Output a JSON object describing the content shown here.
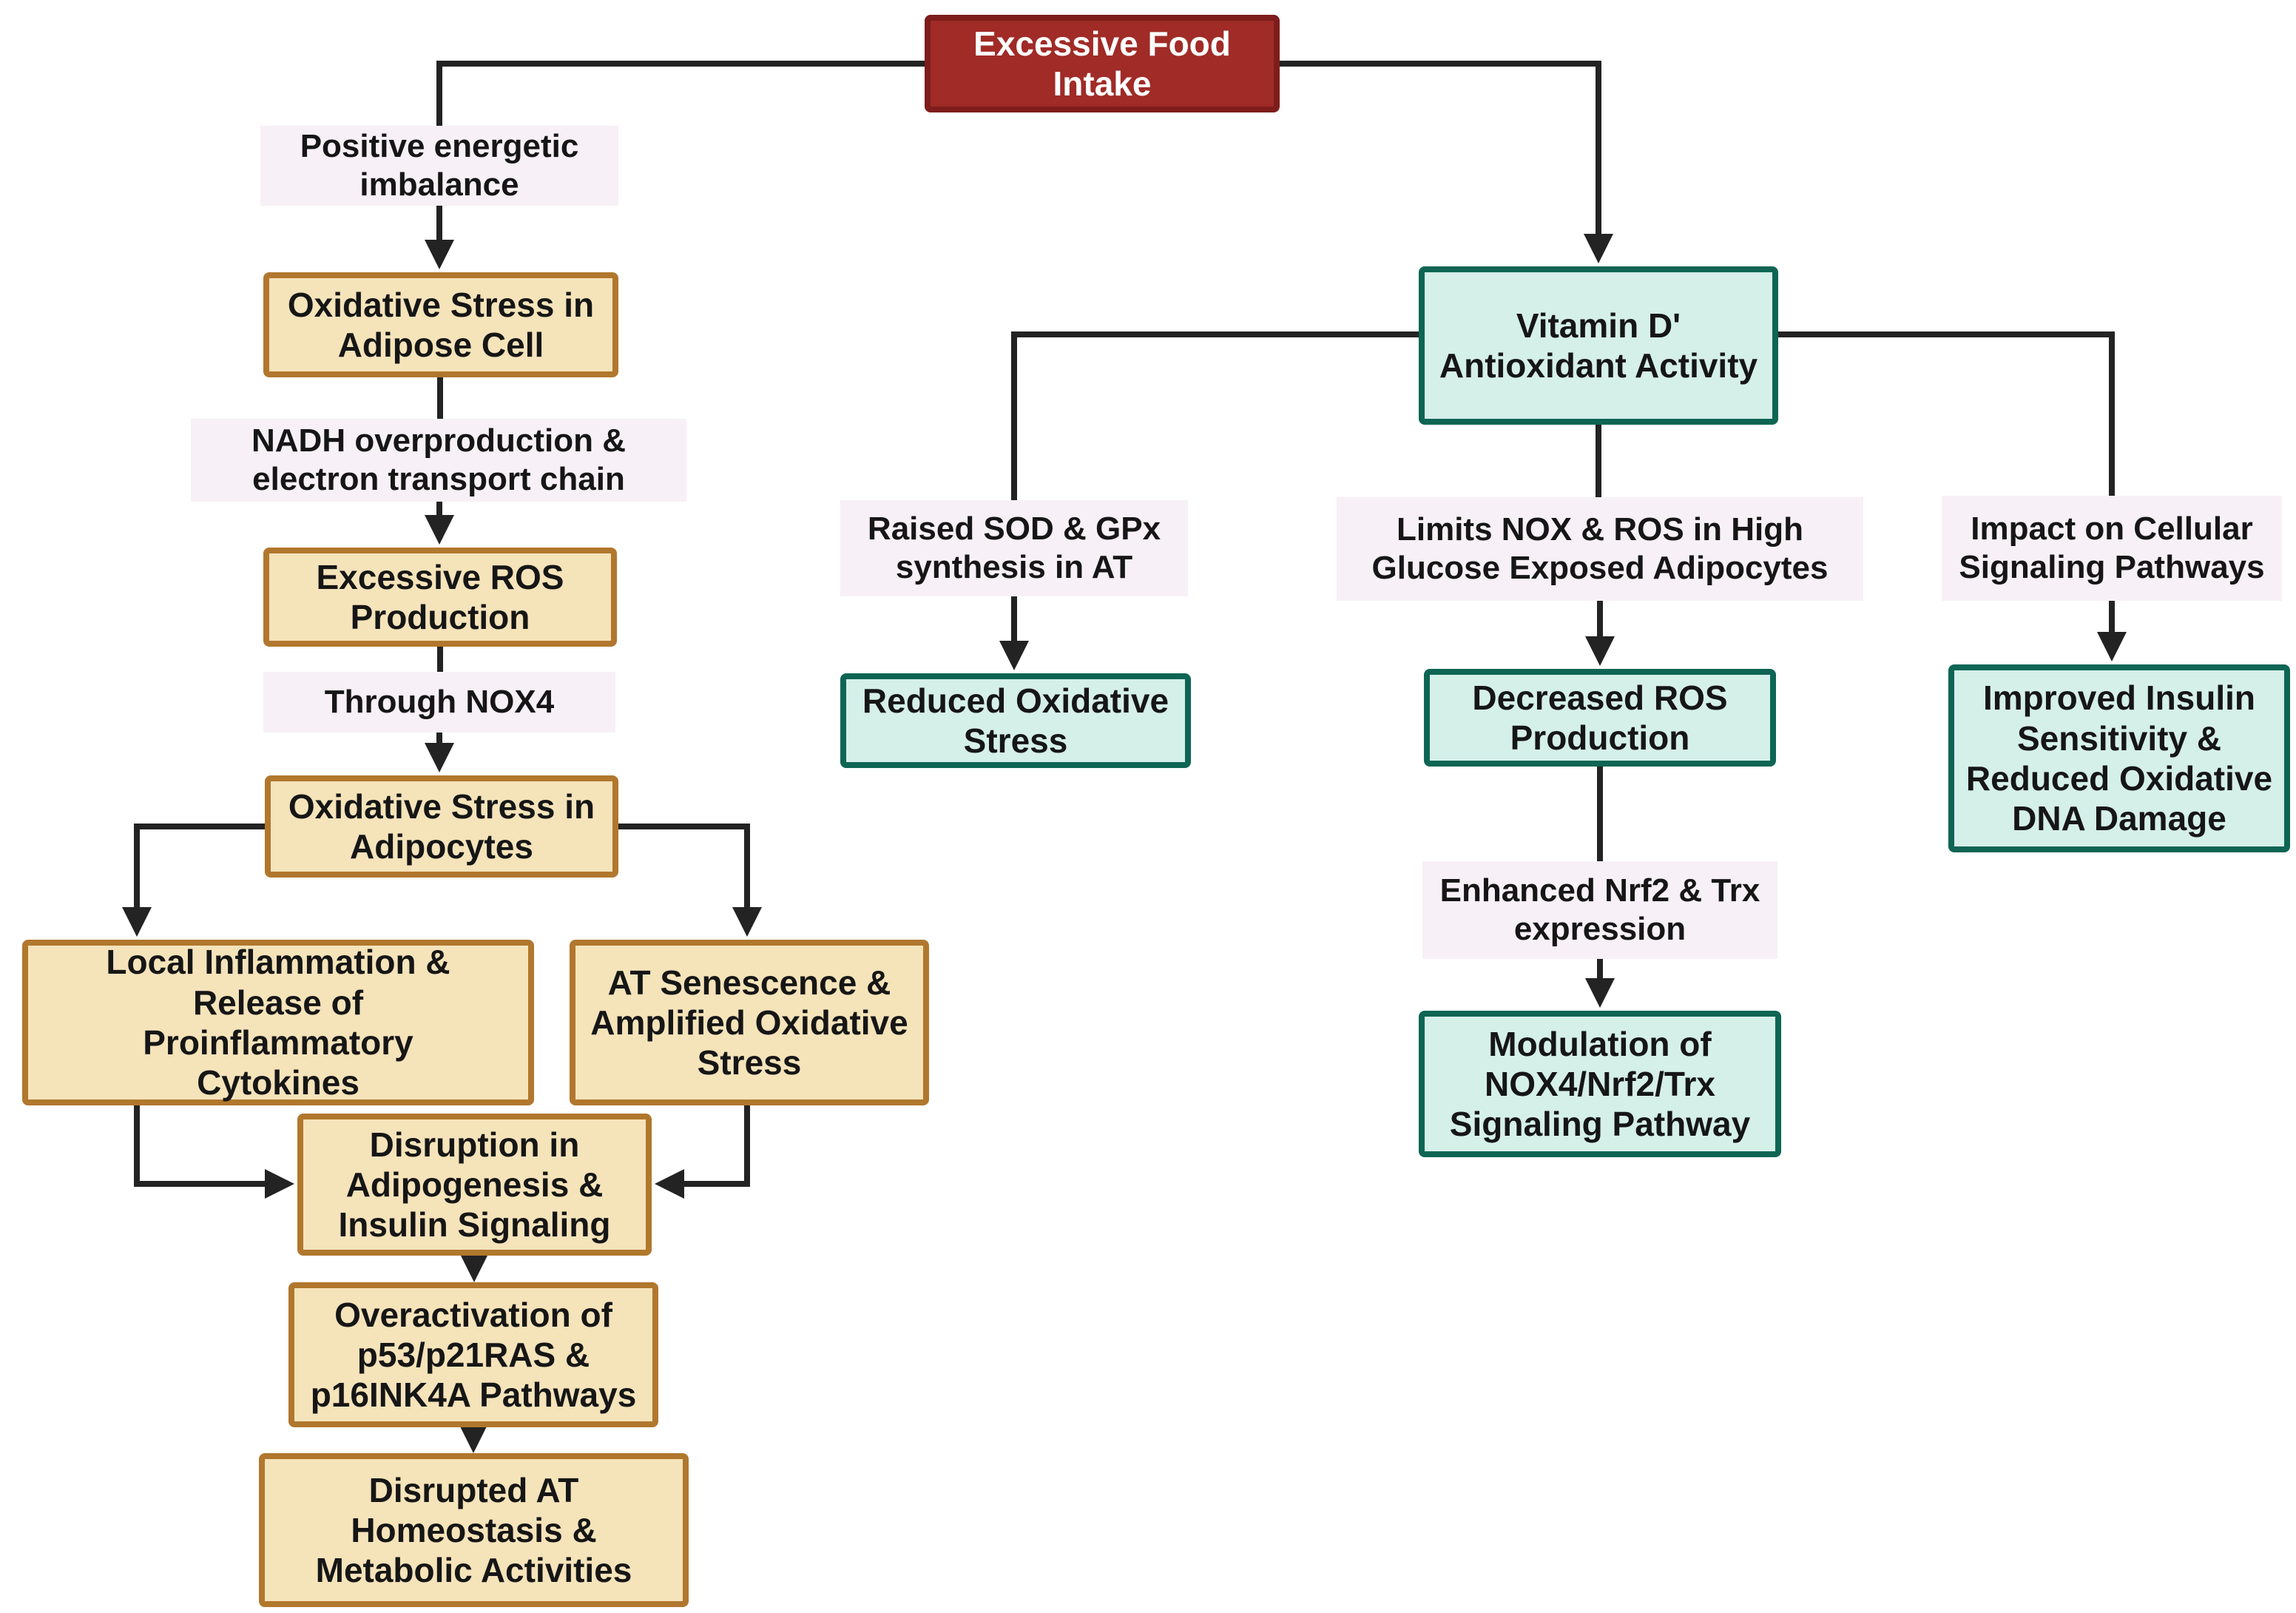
{
  "diagram": {
    "nodes": {
      "excessive_food_intake": {
        "text": "Excessive Food Intake"
      },
      "positive_energetic_imbalance": {
        "text": "Positive energetic imbalance"
      },
      "oxidative_stress_adipose_cell": {
        "text": "Oxidative Stress in Adipose Cell"
      },
      "nadh_overproduction": {
        "text": "NADH overproduction & electron transport chain"
      },
      "excessive_ros_production": {
        "text": "Excessive ROS Production"
      },
      "through_nox4": {
        "text": "Through NOX4"
      },
      "oxidative_stress_adipocytes": {
        "text": "Oxidative Stress in Adipocytes"
      },
      "local_inflammation": {
        "text": "Local Inflammation & Release of Proinflammatory Cytokines"
      },
      "at_senescence": {
        "text": "AT Senescence & Amplified Oxidative Stress"
      },
      "disruption_adipogenesis": {
        "text": "Disruption in Adipogenesis & Insulin Signaling"
      },
      "overactivation_pathways": {
        "text": "Overactivation of p53/p21RAS & p16INK4A Pathways"
      },
      "disrupted_homeostasis": {
        "text": "Disrupted AT Homeostasis & Metabolic Activities"
      },
      "vitamin_d_antioxidant": {
        "text": "Vitamin D' Antioxidant Activity"
      },
      "raised_sod_gpx": {
        "text": "Raised SOD & GPx synthesis in AT"
      },
      "reduced_oxidative_stress": {
        "text": "Reduced Oxidative Stress"
      },
      "limits_nox_ros": {
        "text": "Limits NOX & ROS in High Glucose Exposed Adipocytes"
      },
      "decreased_ros_production": {
        "text": "Decreased ROS Production"
      },
      "enhanced_nrf2_trx": {
        "text": "Enhanced Nrf2 & Trx expression"
      },
      "modulation_nox4_pathway": {
        "text": "Modulation of NOX4/Nrf2/Trx Signaling Pathway"
      },
      "impact_cellular_signaling": {
        "text": "Impact on Cellular Signaling Pathways"
      },
      "improved_insulin_sensitivity": {
        "text": "Improved Insulin Sensitivity & Reduced Oxidative DNA Damage"
      }
    },
    "edges": [
      {
        "from": "excessive_food_intake",
        "to": "positive_energetic_imbalance",
        "arrow": false
      },
      {
        "from": "positive_energetic_imbalance",
        "to": "oxidative_stress_adipose_cell",
        "arrow": true
      },
      {
        "from": "oxidative_stress_adipose_cell",
        "to": "nadh_overproduction",
        "arrow": false
      },
      {
        "from": "nadh_overproduction",
        "to": "excessive_ros_production",
        "arrow": true
      },
      {
        "from": "excessive_ros_production",
        "to": "through_nox4",
        "arrow": false
      },
      {
        "from": "through_nox4",
        "to": "oxidative_stress_adipocytes",
        "arrow": true
      },
      {
        "from": "oxidative_stress_adipocytes",
        "to": "local_inflammation",
        "arrow": true
      },
      {
        "from": "oxidative_stress_adipocytes",
        "to": "at_senescence",
        "arrow": true
      },
      {
        "from": "local_inflammation",
        "to": "disruption_adipogenesis",
        "arrow": true
      },
      {
        "from": "at_senescence",
        "to": "disruption_adipogenesis",
        "arrow": true
      },
      {
        "from": "disruption_adipogenesis",
        "to": "overactivation_pathways",
        "arrow": true
      },
      {
        "from": "overactivation_pathways",
        "to": "disrupted_homeostasis",
        "arrow": true
      },
      {
        "from": "excessive_food_intake",
        "to": "vitamin_d_antioxidant",
        "arrow": true
      },
      {
        "from": "vitamin_d_antioxidant",
        "to": "raised_sod_gpx",
        "arrow": false
      },
      {
        "from": "vitamin_d_antioxidant",
        "to": "limits_nox_ros",
        "arrow": false
      },
      {
        "from": "vitamin_d_antioxidant",
        "to": "impact_cellular_signaling",
        "arrow": false
      },
      {
        "from": "raised_sod_gpx",
        "to": "reduced_oxidative_stress",
        "arrow": true
      },
      {
        "from": "limits_nox_ros",
        "to": "decreased_ros_production",
        "arrow": true
      },
      {
        "from": "decreased_ros_production",
        "to": "enhanced_nrf2_trx",
        "arrow": false
      },
      {
        "from": "enhanced_nrf2_trx",
        "to": "modulation_nox4_pathway",
        "arrow": true
      },
      {
        "from": "impact_cellular_signaling",
        "to": "improved_insulin_sensitivity",
        "arrow": true
      }
    ],
    "colors": {
      "source_fill": "#A02B27",
      "source_border": "#7E1D1B",
      "source_text": "#FFFFFF",
      "stress_fill": "#F5E3BA",
      "stress_border": "#B1772D",
      "benefit_fill": "#D5EFE9",
      "benefit_border": "#0E6554",
      "label_fill": "#F7F0F6",
      "text": "#161616",
      "line": "#232323"
    }
  }
}
